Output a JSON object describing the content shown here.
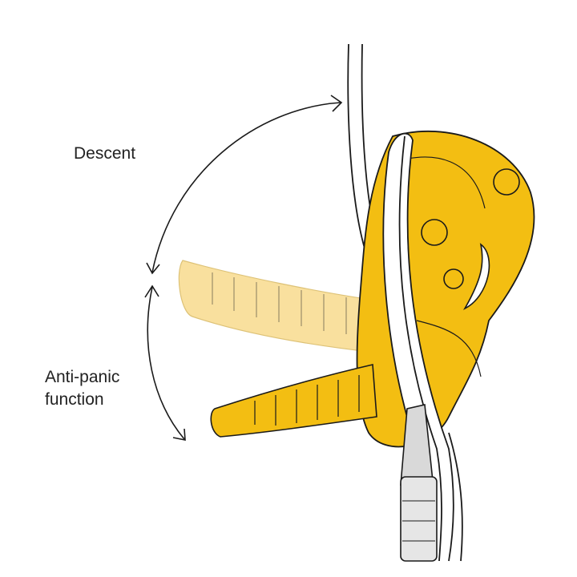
{
  "labels": {
    "descent": "Descent",
    "anti_panic_line1": "Anti-panic",
    "anti_panic_line2": "function"
  },
  "colors": {
    "device": "#F3BE12",
    "handle_ghost": "#F8DB8E",
    "outline": "#1a1a1a",
    "carabiner": "#d9d9d9"
  }
}
